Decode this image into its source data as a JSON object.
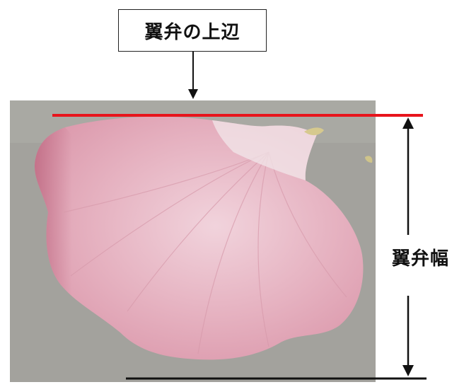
{
  "labels": {
    "top_edge": "翼弁の上辺",
    "width": "翼弁幅"
  },
  "colors": {
    "top_line": "#e8141c",
    "bottom_line": "#111111",
    "photo_background": "#a3a29d",
    "petal_base": "#e4aebb",
    "petal_dark": "#c4768c"
  },
  "icons": [
    "down-arrow",
    "double-vertical-arrow"
  ]
}
